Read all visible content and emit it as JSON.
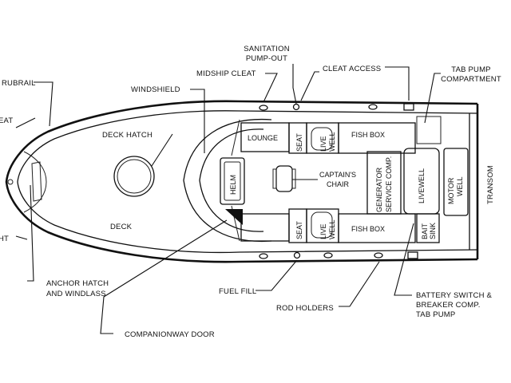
{
  "labels": {
    "rubrail": "RUBRAIL",
    "cleat_left": "EAT",
    "light_left": "HT",
    "sanitation": [
      "SANITATION",
      "PUMP-OUT"
    ],
    "midship_cleat": "MIDSHIP CLEAT",
    "cleat_access": "CLEAT ACCESS",
    "tab_pump_comp": [
      "TAB PUMP",
      "COMPARTMENT"
    ],
    "windshield": "WINDSHIELD",
    "deck_hatch": "DECK HATCH",
    "lounge": "LOUNGE",
    "seat_top": "SEAT",
    "live_well_top": [
      "LIVE",
      "WELL"
    ],
    "fish_box_top": "FISH BOX",
    "helm": "HELM",
    "captains_chair": [
      "CAPTAIN'S",
      "CHAIR"
    ],
    "generator": [
      "GENERATOR",
      "SERVICE COMP."
    ],
    "livewell": "LIVEWELL",
    "motor_well": [
      "MOTOR",
      "WELL"
    ],
    "transom": "TRANSOM",
    "deck": "DECK",
    "seat_bottom": "SEAT",
    "live_well_bottom": [
      "LIVE",
      "WELL"
    ],
    "fish_box_bottom": "FISH BOX",
    "bait_sink": [
      "BAIT",
      "SINK"
    ],
    "anchor_hatch": [
      "ANCHOR HATCH",
      "AND WINDLASS"
    ],
    "fuel_fill": "FUEL FILL",
    "rod_holders": "ROD HOLDERS",
    "battery_switch": [
      "BATTERY SWITCH &",
      "BREAKER COMP.",
      "TAB PUMP"
    ],
    "companionway_door": "COMPANIONWAY DOOR"
  }
}
